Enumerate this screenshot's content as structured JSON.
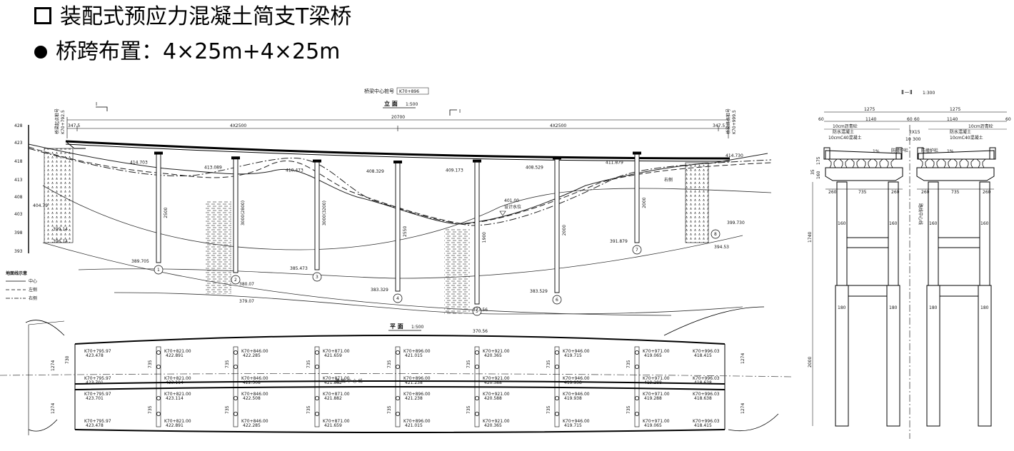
{
  "header": {
    "title": "装配式预应力混凝土简支T梁桥",
    "span_label": "桥跨布置：",
    "span_value": "4×25m+4×25m"
  },
  "elevation": {
    "center_station_label": "桥梁中心桩号",
    "center_station": "K70+896",
    "title": "立 面",
    "scale": "1:500",
    "section_mark": "I",
    "start_label": "桥梁起点桩号",
    "start_station": "K70+792.5",
    "end_label": "桥梁终点桩号",
    "end_station": "K70+999.5",
    "total_length": "20700",
    "left_group": "4X2500",
    "right_group": "4X2500",
    "left_gap": "347.5",
    "right_gap": "347.5",
    "scale_ticks": [
      "428",
      "423",
      "418",
      "413",
      "408",
      "403",
      "398",
      "393"
    ],
    "piers": [
      {
        "no": "1",
        "top": "414.703",
        "bottom": "389.705",
        "height": "2500"
      },
      {
        "no": "2",
        "top": "413.089",
        "bottom": "",
        "height": "3000(2800)"
      },
      {
        "no": "3",
        "top": "410.473",
        "bottom": "385.473",
        "height": "3000(3200)"
      },
      {
        "no": "4",
        "top": "408.329",
        "bottom": "383.329",
        "height": "2550"
      },
      {
        "no": "5",
        "top": "409.173",
        "bottom": "",
        "height": "1900"
      },
      {
        "no": "6",
        "top": "408.529",
        "bottom": "383.529",
        "height": "2000"
      },
      {
        "no": "7",
        "top": "411.879",
        "bottom": "391.879",
        "height": "2000"
      },
      {
        "no": "8",
        "top": "414.730",
        "bottom": "",
        "height": ""
      }
    ],
    "abutment_left": [
      "404.79",
      "399.14",
      "396.14"
    ],
    "abutment_right": [
      "399.730",
      "394.53"
    ],
    "pier2_depths": [
      "380.07",
      "379.07"
    ],
    "pier5_depths": [
      "373.56",
      "370.56"
    ],
    "water_level": "401.00",
    "water_level_label": "设计水位",
    "ground_label": "右侧",
    "legend": {
      "title": "地面线示意",
      "items": [
        "中心",
        "左侧",
        "右侧"
      ]
    }
  },
  "plan": {
    "title": "平 面",
    "scale": "1:500",
    "centerline_label": "路 线 中 心 线",
    "left_width": "1274",
    "right_width": "1274",
    "beam_width": "730",
    "pier_width": "735",
    "stations_top": [
      {
        "k": "K70+795.97",
        "e": "423.478"
      },
      {
        "k": "K70+821.00",
        "e": "422.891"
      },
      {
        "k": "K70+846.00",
        "e": "422.285"
      },
      {
        "k": "K70+871.00",
        "e": "421.659"
      },
      {
        "k": "K70+896.00",
        "e": "421.015"
      },
      {
        "k": "K70+921.00",
        "e": "420.365"
      },
      {
        "k": "K70+946.00",
        "e": "419.715"
      },
      {
        "k": "K70+971.00",
        "e": "419.065"
      },
      {
        "k": "K70+996.03",
        "e": "418.415"
      }
    ],
    "stations_mid1": [
      {
        "k": "K70+795.97",
        "e": "423.701"
      },
      {
        "k": "K70+821.00",
        "e": "423.114"
      },
      {
        "k": "K70+846.00",
        "e": "422.508"
      },
      {
        "k": "K70+871.00",
        "e": "421.882"
      },
      {
        "k": "K70+896.00",
        "e": "421.238"
      },
      {
        "k": "K70+921.00",
        "e": "420.588"
      },
      {
        "k": "K70+946.00",
        "e": "419.938"
      },
      {
        "k": "K70+971.00",
        "e": "419.288"
      },
      {
        "k": "K70+996.03",
        "e": "418.638"
      }
    ]
  },
  "section": {
    "title": "Ⅱ－Ⅱ",
    "scale": "1:300",
    "total_left": "1275",
    "total_right": "1275",
    "edge": "60",
    "deck": "1140",
    "gap": "60",
    "gap_inner": "60",
    "joint": "2X15",
    "median": "10",
    "median2": "300",
    "layers_left": [
      "10cm沥青砼",
      "防水混凝土",
      "10cmC40混凝土"
    ],
    "layers_right": [
      "10cm沥青砼",
      "防水混凝土",
      "10cmC40混凝土"
    ],
    "slope": "1%",
    "guard_label": "防撞护栏",
    "heights": [
      "175",
      "160",
      "35"
    ],
    "cap_width": "735",
    "cap_edge": "260",
    "col_dia_top": "160",
    "col_dia_bottom": "180",
    "pier_height": "1740",
    "pile_height": "2000",
    "centerline_label": "路线中心线"
  }
}
